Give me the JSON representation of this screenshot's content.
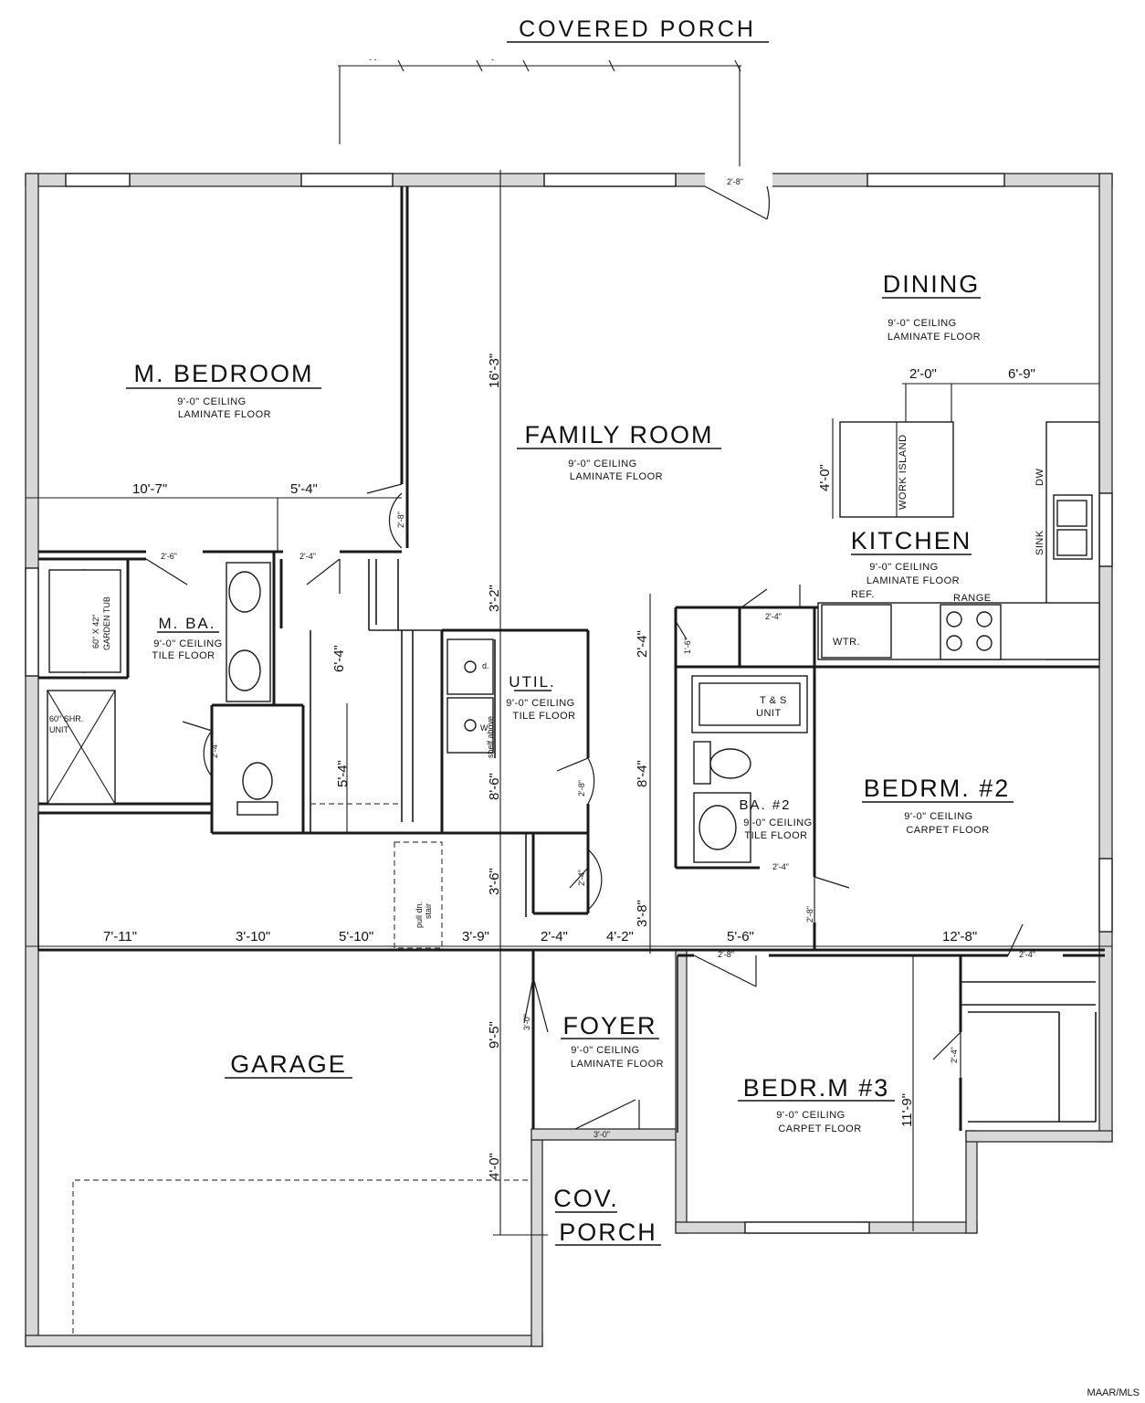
{
  "title": "COVERED PORCH",
  "watermark": "MAAR/MLS",
  "rooms": {
    "m_bedroom": {
      "name": "M. BEDROOM",
      "ceiling": "9'-0\" CEILING",
      "floor": "LAMINATE FLOOR"
    },
    "family_room": {
      "name": "FAMILY ROOM",
      "ceiling": "9'-0\" CEILING",
      "floor": "LAMINATE FLOOR"
    },
    "dining": {
      "name": "DINING",
      "ceiling": "9'-0\" CEILING",
      "floor": "LAMINATE FLOOR"
    },
    "kitchen": {
      "name": "KITCHEN",
      "ceiling": "9'-0\" CEILING",
      "floor": "LAMINATE FLOOR"
    },
    "m_ba": {
      "name": "M. BA.",
      "ceiling": "9'-0\" CEILING",
      "floor": "TILE FLOOR"
    },
    "util": {
      "name": "UTIL.",
      "ceiling": "9'-0\" CEILING",
      "floor": "TILE FLOOR"
    },
    "bedrm2": {
      "name": "BEDRM. #2",
      "ceiling": "9'-0\" CEILING",
      "floor": "CARPET FLOOR"
    },
    "ba2": {
      "name": "BA. #2",
      "ceiling": "9'-0\" CEILING",
      "floor": "TILE FLOOR"
    },
    "garage": {
      "name": "GARAGE"
    },
    "foyer": {
      "name": "FOYER",
      "ceiling": "9'-0\" CEILING",
      "floor": "LAMINATE FLOOR"
    },
    "bedrm3": {
      "name": "BEDR.M #3",
      "ceiling": "9'-0\" CEILING",
      "floor": "CARPET FLOOR"
    },
    "cov_porch": {
      "line1": "COV.",
      "line2": "PORCH"
    }
  },
  "fixtures": {
    "work_island": "WORK ISLAND",
    "dw": "DW",
    "sink": "SINK",
    "ref": "REF.",
    "range": "RANGE",
    "wtr": "WTR.",
    "garden_tub_size": "60\" X 42\"",
    "garden_tub": "GARDEN TUB",
    "shower_line1": "60\" SHR.",
    "shower_line2": "UNIT",
    "ts_line1": "T & S",
    "ts_line2": "UNIT",
    "pull_dn_stair_line1": "pull dn.",
    "pull_dn_stair_line2": "stair",
    "shelf_above": "shelf above",
    "util_d": "d.",
    "util_w": "W",
    "dim_stub1": "- -",
    "dim_stub2": "-"
  },
  "dimensions": {
    "d_16_3": "16'-3\"",
    "d_2_0": "2'-0\"",
    "d_6_9": "6'-9\"",
    "d_4_0_island": "4'-0\"",
    "d_10_7": "10'-7\"",
    "d_5_4_top": "5'-4\"",
    "d_3_2": "3'-2\"",
    "d_6_4": "6'-4\"",
    "d_5_4_mid": "5'-4\"",
    "d_8_6": "8'-6\"",
    "d_2_4_v": "2'-4\"",
    "d_8_4": "8'-4\"",
    "d_3_6": "3'-6\"",
    "d_3_8": "3'-8\"",
    "d_7_11": "7'-11\"",
    "d_3_10": "3'-10\"",
    "d_5_10": "5'-10\"",
    "d_3_9": "3'-9\"",
    "d_2_4_h": "2'-4\"",
    "d_4_2": "4'-2\"",
    "d_5_6": "5'-6\"",
    "d_12_8": "12'-8\"",
    "d_9_5": "9'-5\"",
    "d_4_0_porch": "4'-0\"",
    "d_11_9": "11'-9\""
  },
  "doors": {
    "front_porch": "2'-8\"",
    "m_bed": "2'-8\"",
    "m_ba_left": "2'-6\"",
    "m_ba_right": "2'-4\"",
    "wc": "2'-4\"",
    "pantry": "2'-4\"",
    "closet_small": "1'-6\"",
    "util": "2'-8\"",
    "hall_closet": "2'-4\"",
    "ba2": "2'-4\"",
    "bedrm2": "2'-8\"",
    "bedrm3": "2'-8\"",
    "bedrm3_closet": "2'-4\"",
    "bedrm3_side": "2'-4\"",
    "foyer_side": "3'-0\"",
    "front": "3'-0\""
  }
}
